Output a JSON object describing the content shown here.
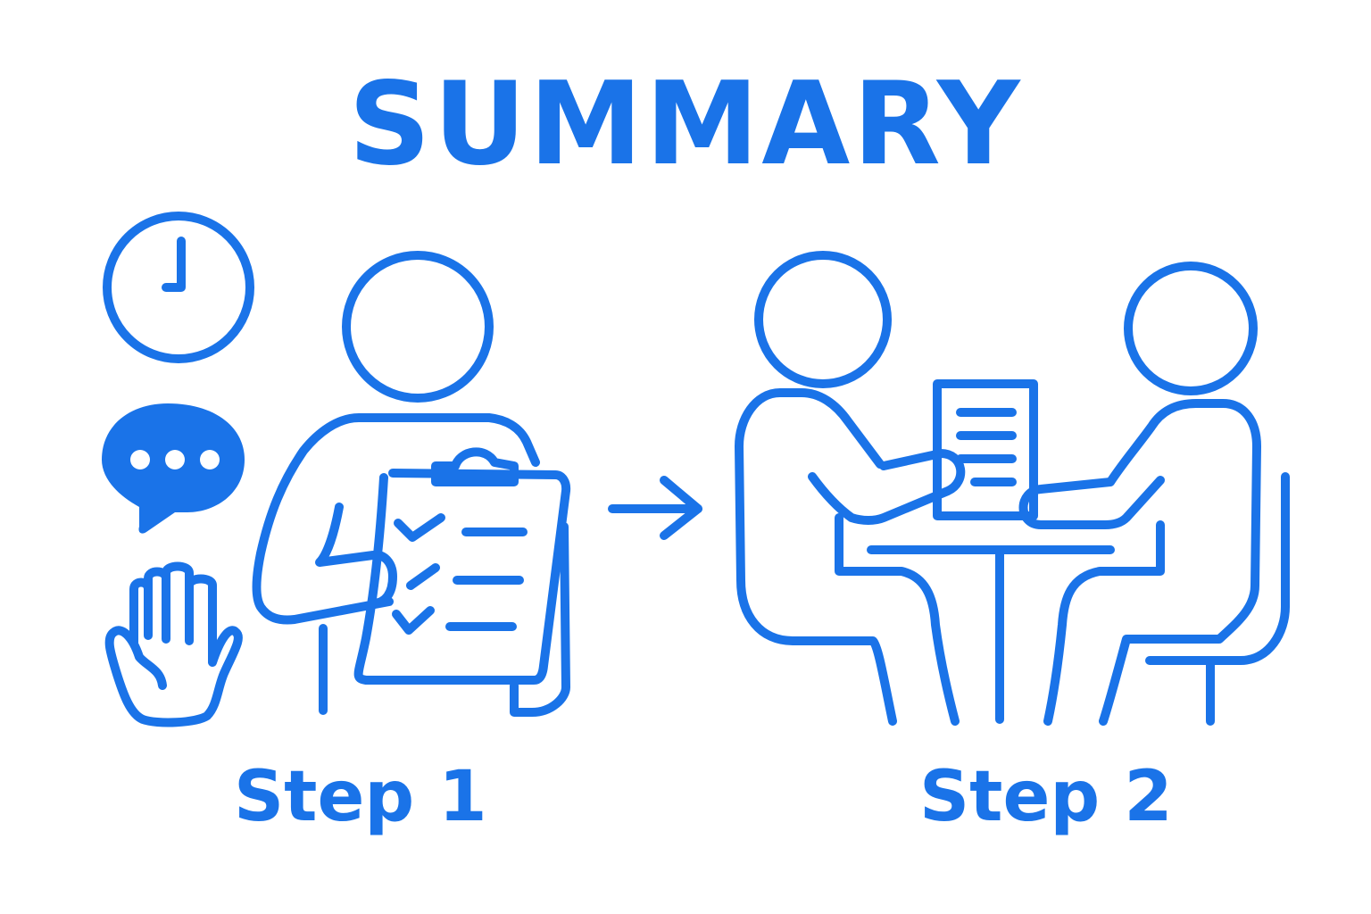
{
  "title": "SUMMARY",
  "steps": [
    {
      "label": "Step 1",
      "icon": "person-with-checklist-icon"
    },
    {
      "label": "Step 2",
      "icon": "two-people-meeting-icon"
    }
  ],
  "side_icons": [
    "clock-icon",
    "chat-bubble-icon",
    "raised-hand-icon"
  ],
  "connector_icon": "arrow-right-icon",
  "colors": {
    "accent": "#1a73e8",
    "background": "#ffffff"
  }
}
